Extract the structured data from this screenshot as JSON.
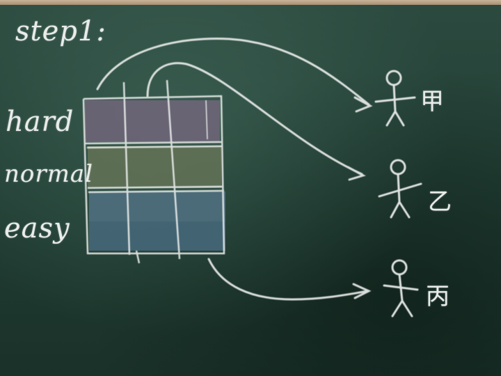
{
  "title": "step1:",
  "difficulty_labels": {
    "hard": "hard",
    "normal": "normal",
    "easy": "easy"
  },
  "people": [
    {
      "label": "甲"
    },
    {
      "label": "乙"
    },
    {
      "label": "丙"
    }
  ],
  "colors": {
    "board": "#213d33",
    "chalk": "#e9ecea",
    "hard_band": "#6d6577",
    "normal_band": "#5f7156",
    "easy_band": "#4f6f7e",
    "frame": "#b8a184"
  },
  "icons": [
    "stick-figure",
    "curved-arrow"
  ]
}
